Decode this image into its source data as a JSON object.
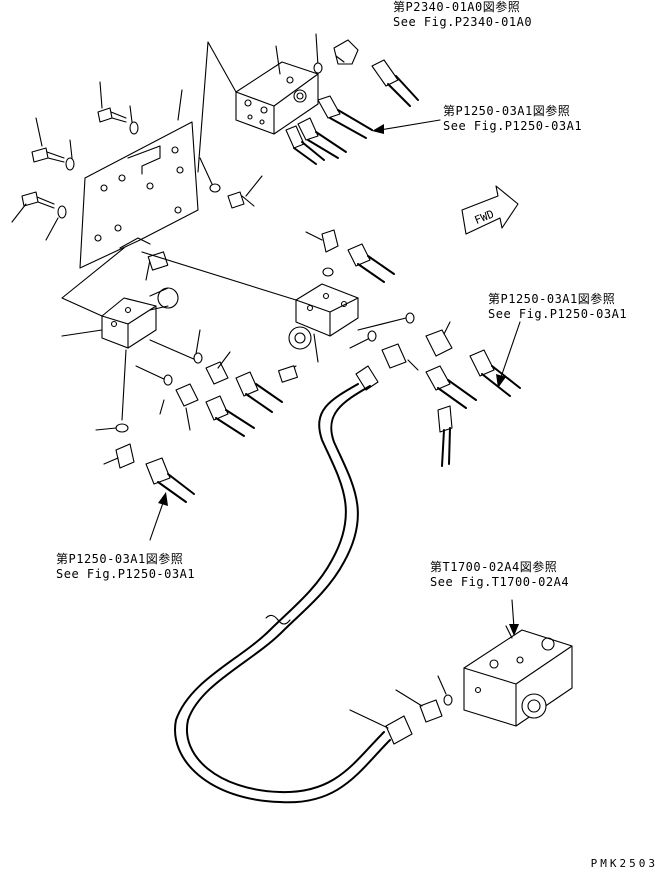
{
  "references": [
    {
      "jp": "第P2340-01A0図参照",
      "en": "See Fig.P2340-01A0"
    },
    {
      "jp": "第P1250-03A1図参照",
      "en": "See Fig.P1250-03A1"
    },
    {
      "jp": "第P1250-03A1図参照",
      "en": "See Fig.P1250-03A1"
    },
    {
      "jp": "第P1250-03A1図参照",
      "en": "See Fig.P1250-03A1"
    },
    {
      "jp": "第T1700-02A4図参照",
      "en": "See Fig.T1700-02A4"
    }
  ],
  "fwd_label": "FWD",
  "page_code": "PMK2503"
}
